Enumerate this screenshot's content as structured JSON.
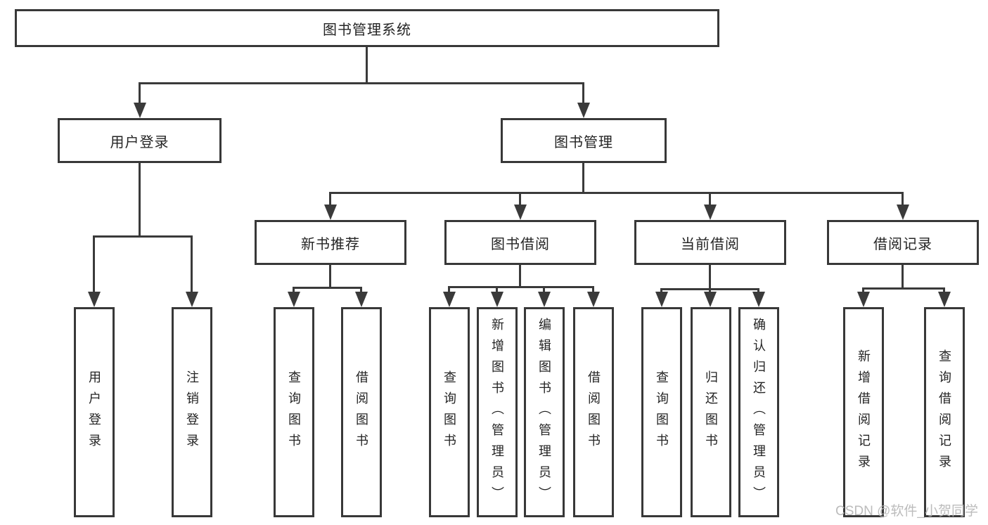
{
  "diagram": {
    "root": {
      "label": "图书管理系统"
    },
    "level2": [
      {
        "label": "用户登录"
      },
      {
        "label": "图书管理"
      }
    ],
    "level3": [
      {
        "label": "新书推荐"
      },
      {
        "label": "图书借阅"
      },
      {
        "label": "当前借阅"
      },
      {
        "label": "借阅记录"
      }
    ],
    "leaves": {
      "user_login": [
        {
          "label": "用户登录"
        },
        {
          "label": "注销登录"
        }
      ],
      "new_book_recommend": [
        {
          "label": "查询图书"
        },
        {
          "label": "借阅图书"
        }
      ],
      "book_borrow": [
        {
          "label": "查询图书"
        },
        {
          "label": "新增图书（管理员）"
        },
        {
          "label": "编辑图书（管理员）"
        },
        {
          "label": "借阅图书"
        }
      ],
      "current_borrow": [
        {
          "label": "查询图书"
        },
        {
          "label": "归还图书"
        },
        {
          "label": "确认归还（管理员）"
        }
      ],
      "borrow_records": [
        {
          "label": "新增借阅记录"
        },
        {
          "label": "查询借阅记录"
        }
      ]
    }
  },
  "watermark": {
    "text": "CSDN @软件_小贺同学"
  },
  "colors": {
    "line": "#3a3a3a",
    "text": "#242424",
    "watermark": "#b5b5b5",
    "background": "#ffffff"
  }
}
